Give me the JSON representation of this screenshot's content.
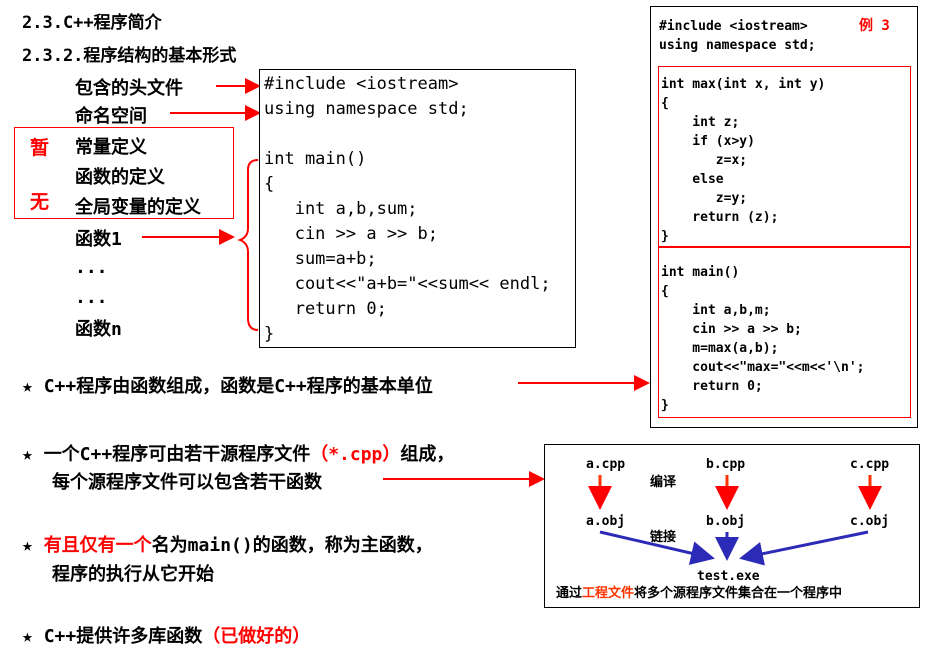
{
  "heading": {
    "section": "2.3.C++程序简介",
    "subsection": "2.3.2.程序结构的基本形式"
  },
  "labels": {
    "header_file": "包含的头文件",
    "namespace": "命名空间",
    "const_def": "常量定义",
    "func_def": "函数的定义",
    "global_var": "全局变量的定义",
    "func1": "函数1",
    "dots1": "...",
    "dots2": "...",
    "funcn": "函数n",
    "temp1": "暂",
    "temp2": "无"
  },
  "main_code": [
    "#include <iostream>",
    "using namespace std;",
    "",
    "int main()",
    "{",
    "   int a,b,sum;",
    "   cin >> a >> b;",
    "   sum=a+b;",
    "   cout<<\"a+b=\"<<sum<< endl;",
    "   return 0;",
    "}"
  ],
  "example": {
    "title": "例 3",
    "header": [
      "#include <iostream>",
      "using namespace std;"
    ],
    "func_max": [
      "int max(int x, int y)",
      "{",
      "    int z;",
      "    if (x>y)",
      "       z=x;",
      "    else",
      "       z=y;",
      "    return (z);",
      "}"
    ],
    "func_main": [
      "int main()",
      "{",
      "    int a,b,m;",
      "    cin >> a >> b;",
      "    m=max(a,b);",
      "    cout<<\"max=\"<<m<<'\\n';",
      "    return 0;",
      "}"
    ]
  },
  "bullets": {
    "b1": "C++程序由函数组成，函数是C++程序的基本单位",
    "b2_line1_a": "一个C++程序可由若干源程序文件",
    "b2_line1_red": "（*.cpp）",
    "b2_line1_b": "组成，",
    "b2_line2": "每个源程序文件可以包含若干函数",
    "b3_line1_red": "有且仅有一个",
    "b3_line1_b": "名为main()的函数，称为主函数，",
    "b3_line2": "程序的执行从它开始",
    "b4_a": "C++提供许多库函数",
    "b4_red": "（已做好的）",
    "star": "★"
  },
  "compile": {
    "a_cpp": "a.cpp",
    "b_cpp": "b.cpp",
    "c_cpp": "c.cpp",
    "a_obj": "a.obj",
    "b_obj": "b.obj",
    "c_obj": "c.obj",
    "compile_label": "编译",
    "link_label": "链接",
    "exe": "test.exe",
    "caption_a": "通过",
    "caption_red": "工程文件",
    "caption_b": "将多个源程序文件集合在一个程序中"
  },
  "colors": {
    "accent_red": "#ff0000",
    "compile_arrow": "#ff3300",
    "link_arrow": "#2b2bb8"
  }
}
